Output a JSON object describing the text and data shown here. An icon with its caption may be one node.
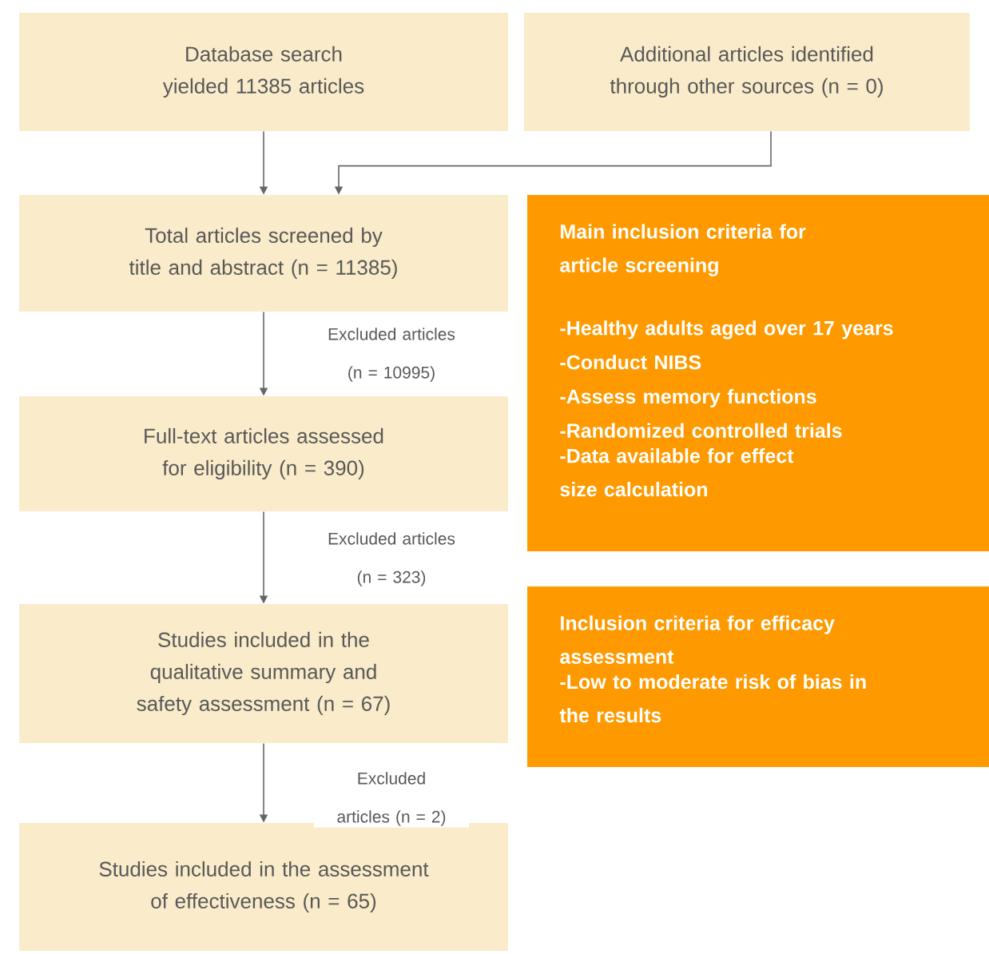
{
  "diagram": {
    "nodes": [
      {
        "text": [
          "Database search yielded 11385 articles"
        ]
      },
      {
        "text": [
          "Additional articles identified through other sources (n = 0)"
        ]
      },
      {
        "text": [
          "Total articles screened by title and abstract (n = 11385)"
        ]
      },
      {
        "text": [
          "Full-text articles assessed for eligibility (n = 390)"
        ]
      },
      {
        "text": [
          "Studies included in the qualitative summary and safety assessment (n = 67)"
        ]
      },
      {
        "text": [
          "Studies included in the assessment of effectiveness (n = 65)"
        ]
      },
      {
        "text": [
          "Main inclusion criteria for article screening",
          "-Healthy adults aged over 17 years",
          "-Conduct NIBS",
          "-Assess memory functions",
          "-Randomized controlled trials",
          "-Data available for effect size calculation"
        ]
      },
      {
        "text": [
          "Inclusion criteria for efficacy assessment",
          "-Low to moderate risk of bias in the results"
        ]
      }
    ],
    "edges": [
      {
        "from": 0,
        "to": 2,
        "arrow": "to"
      },
      {
        "from": 1,
        "to": 2,
        "arrow": "to"
      },
      {
        "from": 2,
        "to": 3,
        "arrow": "to",
        "label": "Excluded articles (n = 10995)"
      },
      {
        "from": 3,
        "to": 4,
        "arrow": "to",
        "label": "Excluded articles (n = 323)"
      },
      {
        "from": 4,
        "to": 5,
        "arrow": "to",
        "label": "Excluded articles (n = 2)"
      }
    ]
  }
}
